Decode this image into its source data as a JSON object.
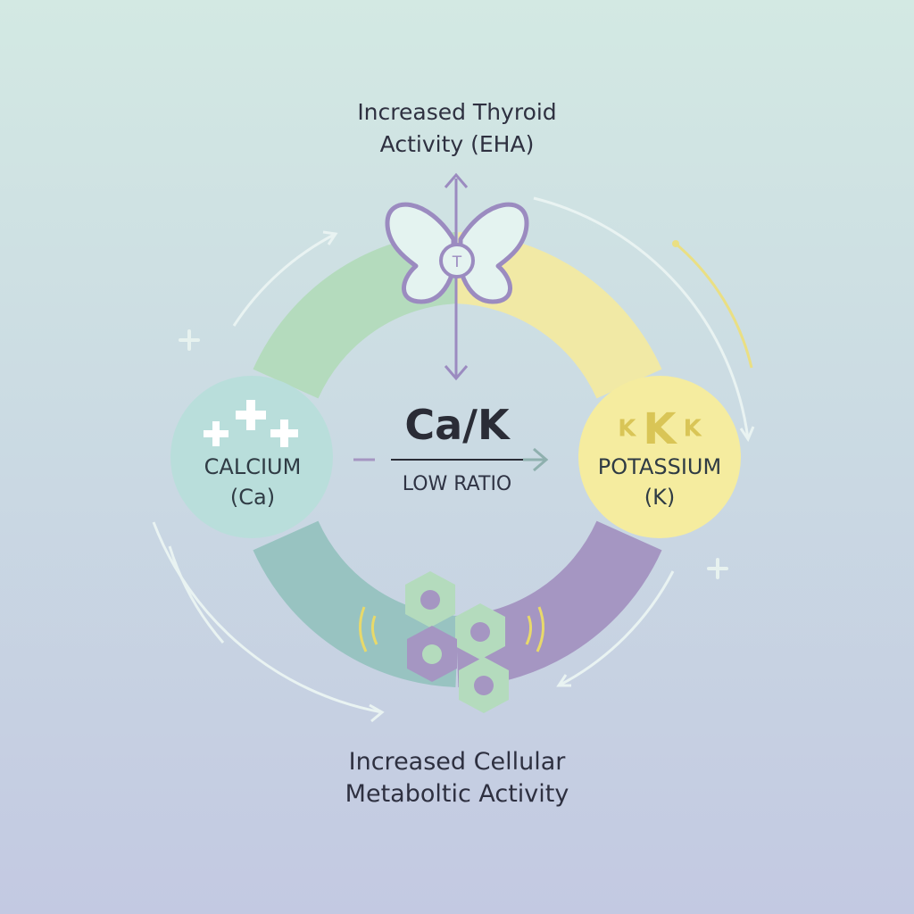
{
  "top_label": {
    "line1": "Increased Thyroid",
    "line2": "Activity (EHA)"
  },
  "bottom_label": {
    "line1": "Increased Cellular",
    "line2": "Metaboltic Activity"
  },
  "calcium": {
    "name": "CALCIUM",
    "symbol": "(Ca)"
  },
  "potassium": {
    "name": "POTASSIUM",
    "symbol": "(K)",
    "letters": [
      "K",
      "K",
      "K"
    ]
  },
  "center": {
    "title": "Ca/K",
    "subtitle": "LOW RATIO"
  },
  "thyroid_badge": "T",
  "colors": {
    "green": "#b4dbbd",
    "yellow": "#f1e9a5",
    "purple": "#a596c2",
    "teal": "#98c3c1",
    "calcium_node": "#b9dedb",
    "potassium_node": "#f5ec9f",
    "outline": "#9b8bc0"
  },
  "icons": [
    "thyroid-icon",
    "plus-cluster-icon",
    "cell-cluster-icon",
    "up-arrow-icon",
    "down-arrow-icon",
    "right-arrow-icon"
  ]
}
